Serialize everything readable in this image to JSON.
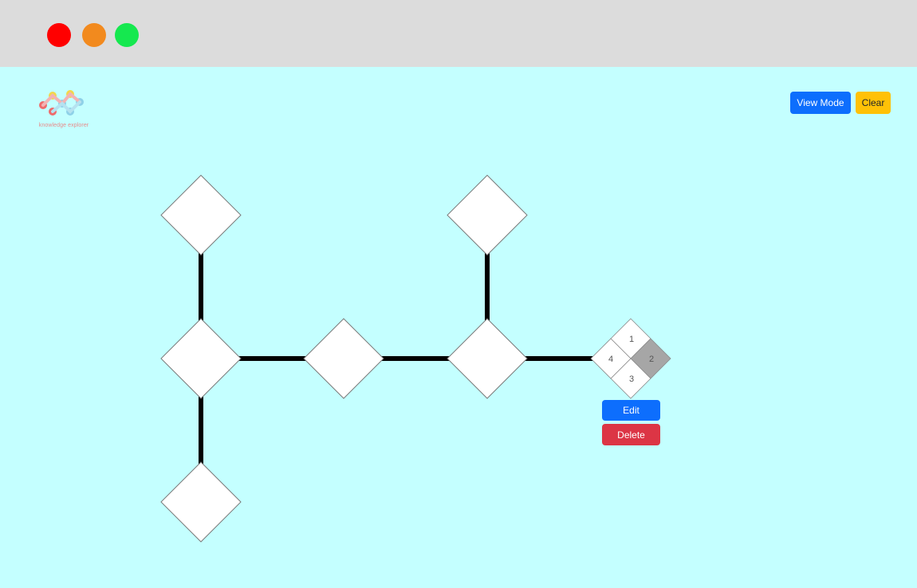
{
  "window": {
    "controls": [
      "close",
      "minimize",
      "maximize"
    ],
    "colors": {
      "close": "#ff0000",
      "minimize": "#f28a1e",
      "maximize": "#15e84f"
    }
  },
  "app": {
    "logo_text": "knowledge explorer",
    "background": "#c4ffff"
  },
  "toolbar": {
    "view_mode_label": "View Mode",
    "clear_label": "Clear"
  },
  "selected_node": {
    "quadrant_labels": [
      "1",
      "2",
      "3",
      "4"
    ],
    "active_quadrant": "2",
    "edit_label": "Edit",
    "delete_label": "Delete"
  },
  "graph": {
    "nodes": [
      "n1",
      "n2",
      "n3",
      "n4",
      "n5",
      "n6",
      "n7"
    ],
    "edges": [
      [
        "n1",
        "n2"
      ],
      [
        "n2",
        "n3"
      ],
      [
        "n2",
        "n4"
      ],
      [
        "n4",
        "n5"
      ],
      [
        "n5",
        "n6"
      ],
      [
        "n5",
        "n7"
      ]
    ]
  }
}
